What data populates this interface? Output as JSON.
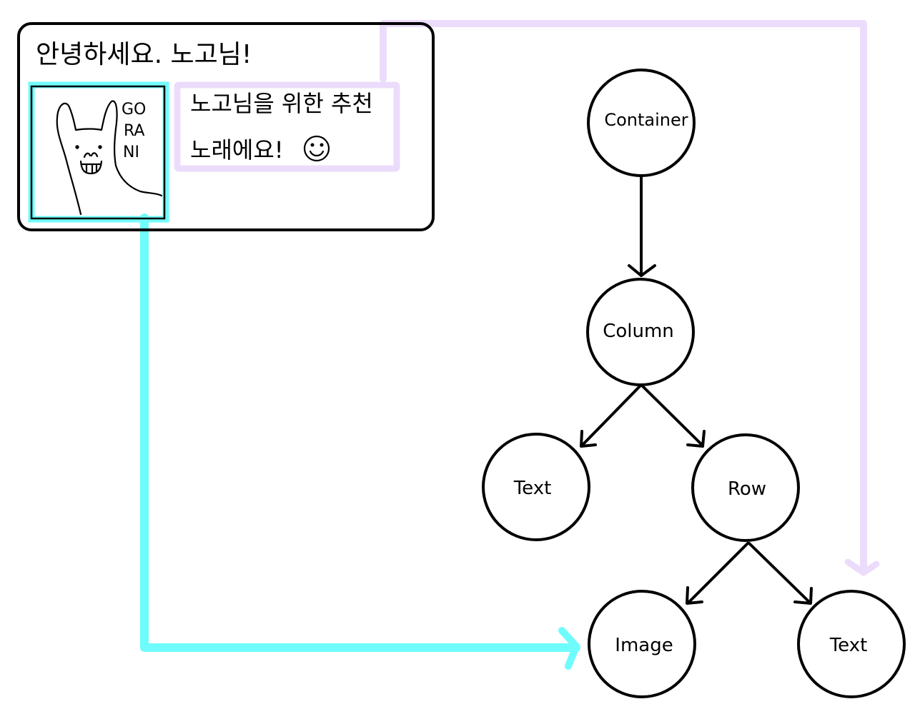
{
  "card": {
    "greeting": "안녕하세요. 노고님!",
    "message_line1": "노고님을 위한 추천",
    "message_line2": "노래에요!",
    "image_text_line1": "GO",
    "image_text_line2": "RA",
    "image_text_line3": "NI",
    "smiley_icon": "smiley-face-icon"
  },
  "tree": {
    "container": "Container",
    "column": "Column",
    "text_left": "Text",
    "row": "Row",
    "image": "Image",
    "text_right": "Text"
  },
  "colors": {
    "ink": "#000000",
    "image_highlight": "#6ffcfc",
    "text_highlight": "#ecdcfb"
  }
}
